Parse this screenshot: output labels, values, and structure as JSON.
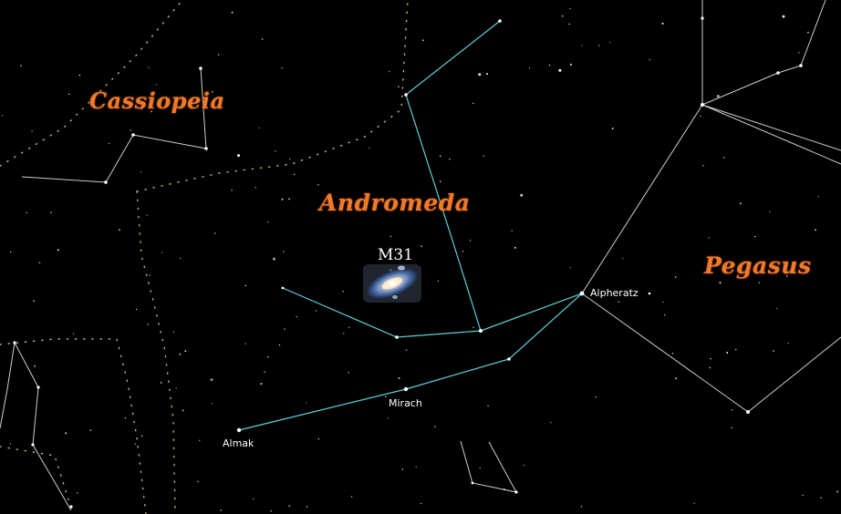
{
  "constellations": {
    "cassiopeia": "Cassiopeia",
    "andromeda": "Andromeda",
    "pegasus": "Pegasus"
  },
  "stars": {
    "alpheratz": "Alpheratz",
    "mirach": "Mirach",
    "almak": "Almak"
  },
  "deep_sky": {
    "m31": "M31"
  },
  "colors": {
    "background": "#000000",
    "andromeda_lines": "#5fd0d8",
    "other_lines": "#e6e6e6",
    "boundary_dots": "#d9c97a",
    "constellation_names": "#f07a2a",
    "stars": "#ffffff"
  }
}
